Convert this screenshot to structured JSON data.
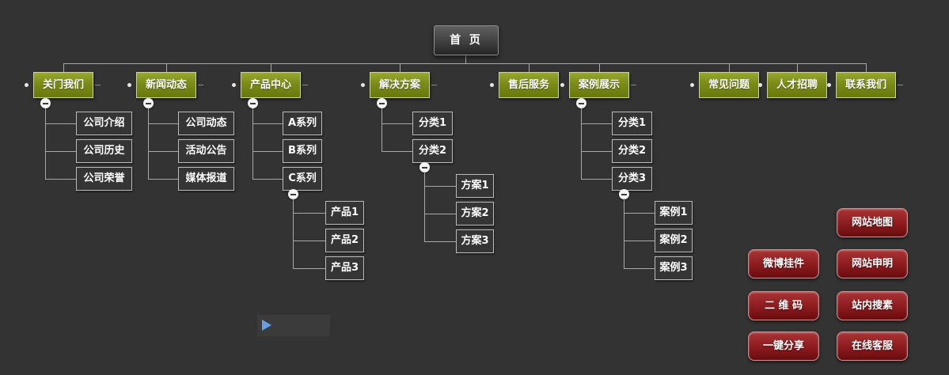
{
  "colors": {
    "background": "#333333",
    "nav_green": "#7a8b16",
    "button_red": "#8e1d20",
    "connector_line": "#a8a8a8",
    "play_blue": "#63a0e8"
  },
  "root": {
    "label": "首 页"
  },
  "nav": [
    {
      "label": "关门我们"
    },
    {
      "label": "新闻动态"
    },
    {
      "label": "产品中心"
    },
    {
      "label": "解决方案"
    },
    {
      "label": "售后服务"
    },
    {
      "label": "案例展示"
    },
    {
      "label": "常见问题"
    },
    {
      "label": "人才招聘"
    },
    {
      "label": "联系我们"
    }
  ],
  "branches": {
    "about": {
      "items": [
        "公司介绍",
        "公司历史",
        "公司荣誉"
      ]
    },
    "news": {
      "items": [
        "公司动态",
        "活动公告",
        "媒体报道"
      ]
    },
    "products": {
      "items": [
        "A系列",
        "B系列",
        "C系列"
      ],
      "sub": [
        "产品1",
        "产品2",
        "产品3"
      ]
    },
    "solutions": {
      "items": [
        "分类1",
        "分类2"
      ],
      "sub": [
        "方案1",
        "方案2",
        "方案3"
      ]
    },
    "cases": {
      "items": [
        "分类1",
        "分类2",
        "分类3"
      ],
      "sub": [
        "案例1",
        "案例2",
        "案例3"
      ]
    }
  },
  "side_buttons": {
    "left_column": [
      "微博挂件",
      "二 维 码",
      "一键分享"
    ],
    "right_column": [
      "网站地图",
      "网站申明",
      "站内搜素",
      "在线客服"
    ]
  },
  "icons": {
    "collapse_toggle": "minus-circle",
    "node_bullet": "dot",
    "play": "play-triangle"
  }
}
